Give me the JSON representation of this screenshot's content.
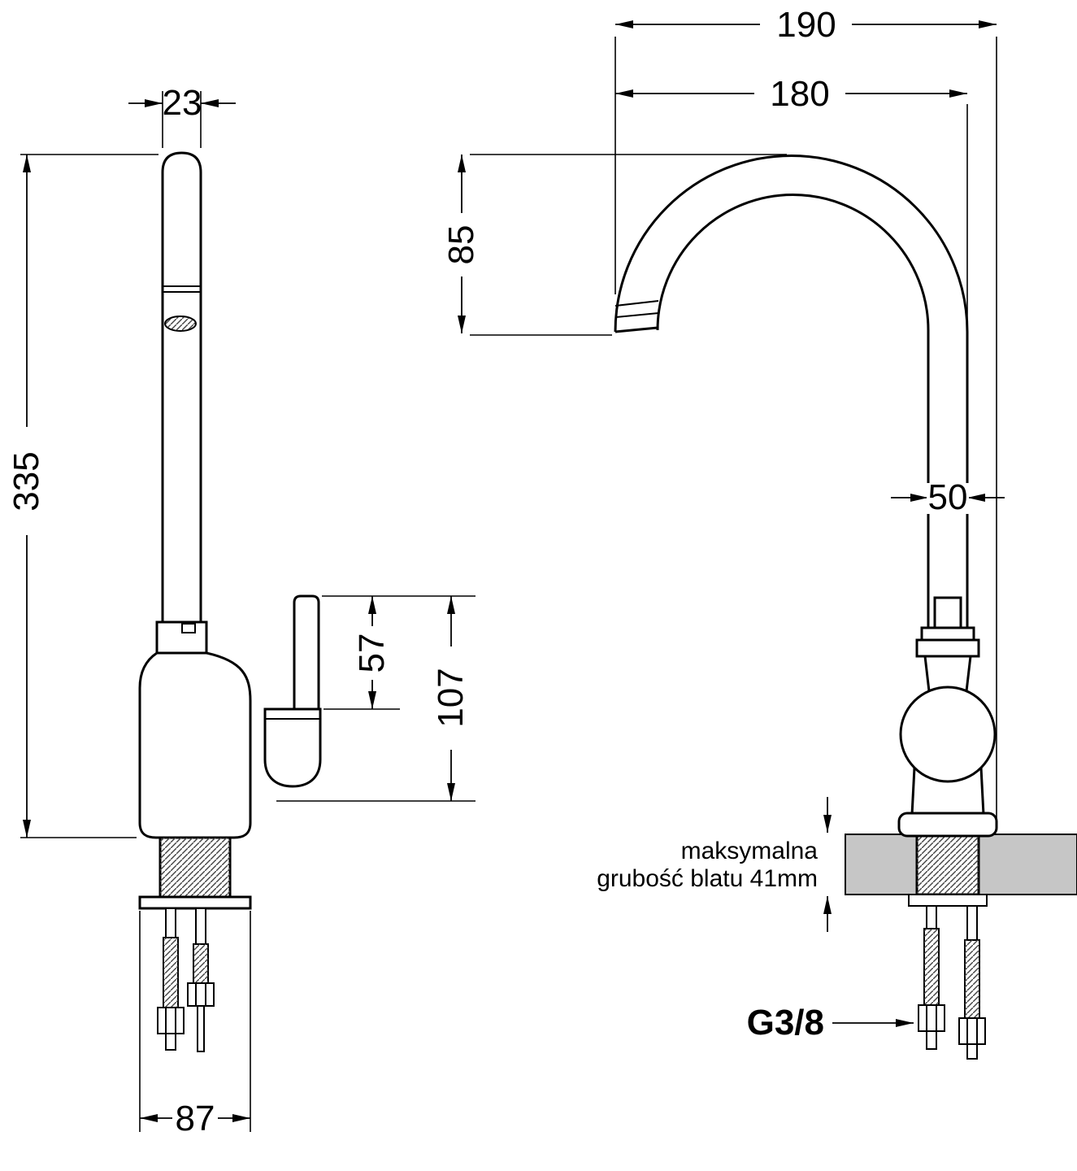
{
  "drawing": {
    "background": "#ffffff",
    "line_color": "#000000",
    "countertop_fill": "#c6c6c6",
    "side_view": {
      "spout_width_mm": "23",
      "total_height_mm": "335",
      "handle_length_mm": "57",
      "body_height_mm": "107",
      "base_width_mm": "87"
    },
    "front_view": {
      "overall_reach_mm": "190",
      "spout_reach_mm": "180",
      "spout_clearance_mm": "85",
      "pipe_width_mm": "50",
      "countertop_note_line1": "maksymalna",
      "countertop_note_line2": "grubość blatu 41mm",
      "connection_thread": "G3/8"
    }
  }
}
